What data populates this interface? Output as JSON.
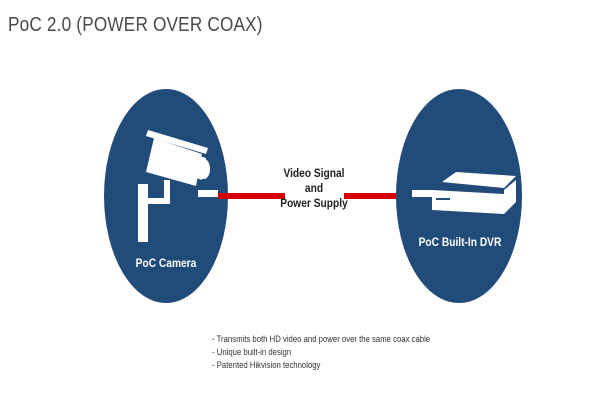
{
  "title": "PoC 2.0 (POWER OVER COAX)",
  "colors": {
    "circle": "#214c7a",
    "cable": "#d40000",
    "device": "#ffffff",
    "title": "#4a4a4a"
  },
  "nodes": {
    "camera": {
      "label": "PoC Camera",
      "icon": "cctv-camera-icon"
    },
    "dvr": {
      "label": "PoC Built-In DVR",
      "icon": "dvr-box-icon"
    }
  },
  "connection": {
    "label_lines": [
      "Video Signal",
      "and",
      "Power Supply"
    ]
  },
  "features": [
    "- Transmits both HD video and power over the same coax cable",
    "- Unique built-in design",
    "- Patented Hikvision technology"
  ]
}
